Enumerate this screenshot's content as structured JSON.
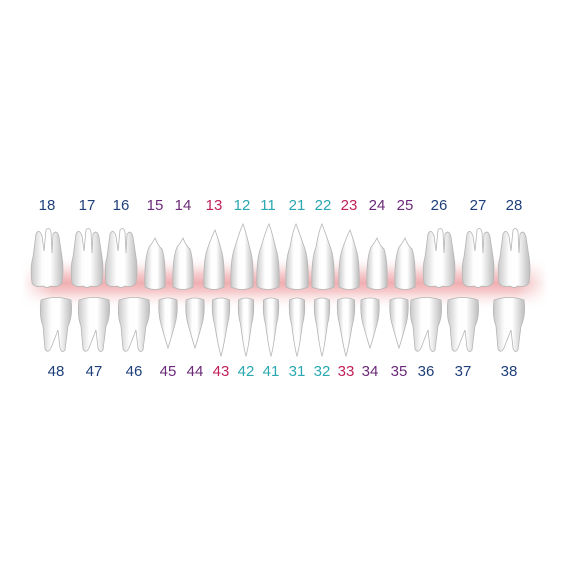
{
  "colors": {
    "molar": "#1f3f7a",
    "premolar": "#6b2a78",
    "canine": "#c01f5a",
    "incisor": "#2aa8b0",
    "gum": "#f3b7b9",
    "tooth_light": "#fbfbfb",
    "tooth_shade": "#cfcfcf",
    "tooth_outline": "#b5b5b5"
  },
  "upper_numbers": [
    {
      "label": "18",
      "type": "molar"
    },
    {
      "label": "17",
      "type": "molar"
    },
    {
      "label": "16",
      "type": "molar"
    },
    {
      "label": "15",
      "type": "premolar"
    },
    {
      "label": "14",
      "type": "premolar"
    },
    {
      "label": "13",
      "type": "canine"
    },
    {
      "label": "12",
      "type": "incisor"
    },
    {
      "label": "11",
      "type": "incisor"
    },
    {
      "label": "21",
      "type": "incisor"
    },
    {
      "label": "22",
      "type": "incisor"
    },
    {
      "label": "23",
      "type": "canine"
    },
    {
      "label": "24",
      "type": "premolar"
    },
    {
      "label": "25",
      "type": "premolar"
    },
    {
      "label": "26",
      "type": "molar"
    },
    {
      "label": "27",
      "type": "molar"
    },
    {
      "label": "28",
      "type": "molar"
    }
  ],
  "lower_numbers": [
    {
      "label": "48",
      "type": "molar"
    },
    {
      "label": "47",
      "type": "molar"
    },
    {
      "label": "46",
      "type": "molar"
    },
    {
      "label": "45",
      "type": "premolar"
    },
    {
      "label": "44",
      "type": "premolar"
    },
    {
      "label": "43",
      "type": "canine"
    },
    {
      "label": "42",
      "type": "incisor"
    },
    {
      "label": "41",
      "type": "incisor"
    },
    {
      "label": "31",
      "type": "incisor"
    },
    {
      "label": "32",
      "type": "incisor"
    },
    {
      "label": "33",
      "type": "canine"
    },
    {
      "label": "34",
      "type": "premolar"
    },
    {
      "label": "35",
      "type": "premolar"
    },
    {
      "label": "36",
      "type": "molar"
    },
    {
      "label": "37",
      "type": "molar"
    },
    {
      "label": "38",
      "type": "molar"
    }
  ]
}
